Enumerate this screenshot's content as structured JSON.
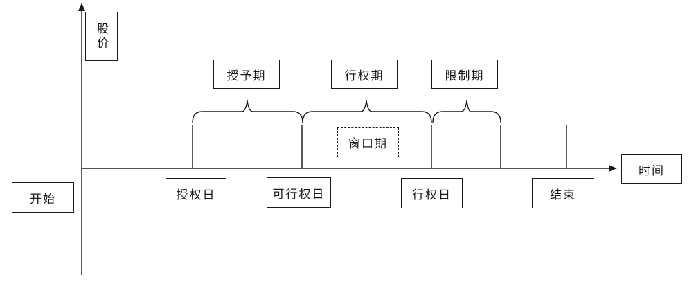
{
  "axes": {
    "y_label": "股价",
    "x_label": "时间"
  },
  "periods": [
    {
      "label": "授予期"
    },
    {
      "label": "行权期"
    },
    {
      "label": "限制期"
    }
  ],
  "window_period": {
    "label": "窗口期"
  },
  "timeline": {
    "start_label": "开始",
    "dates": [
      {
        "label": "授权日"
      },
      {
        "label": "可行权日"
      },
      {
        "label": "行权日"
      },
      {
        "label": "结束"
      }
    ]
  },
  "colors": {
    "line": "#1a1a1a",
    "background": "#ffffff",
    "text": "#1a1a1a"
  }
}
